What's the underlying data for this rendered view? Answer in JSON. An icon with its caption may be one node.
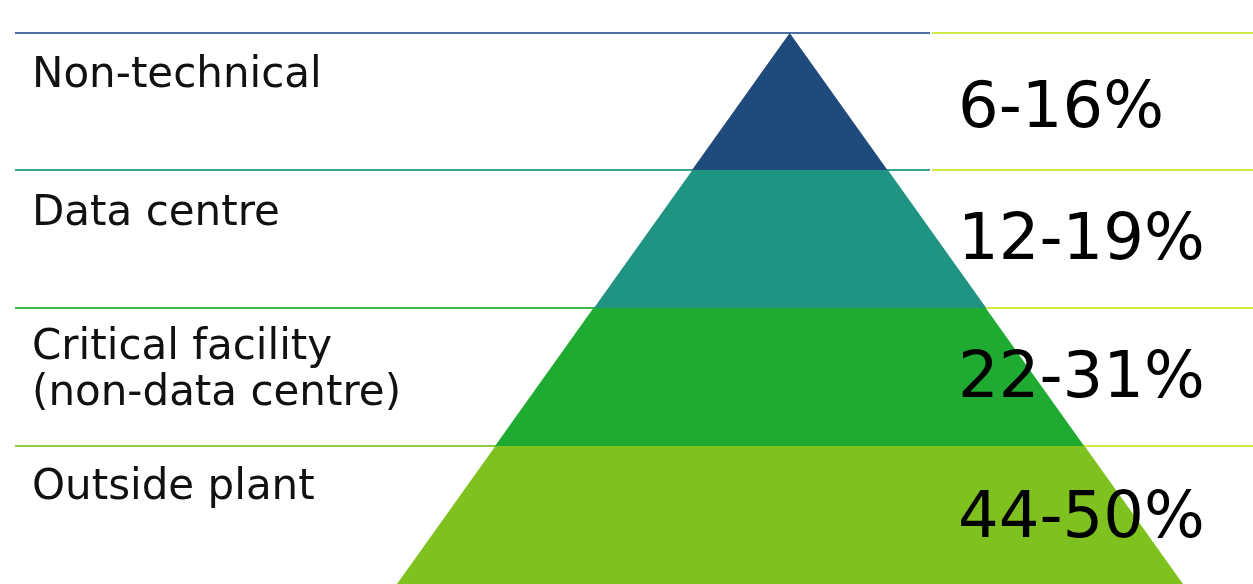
{
  "diagram": {
    "nodes": [
      {
        "text": [],
        "shape": "triangle"
      },
      {
        "text": [],
        "shape": "trapezoid"
      },
      {
        "text": [],
        "shape": "trapezoid"
      },
      {
        "text": [],
        "shape": "trapezoid"
      }
    ],
    "edges": [],
    "labels": [
      "Non-technical",
      "6-16%",
      "Data centre",
      "12-19%",
      "Critical facility (non-data centre)",
      "22-31%",
      "Outside plant",
      "44-50%"
    ]
  }
}
